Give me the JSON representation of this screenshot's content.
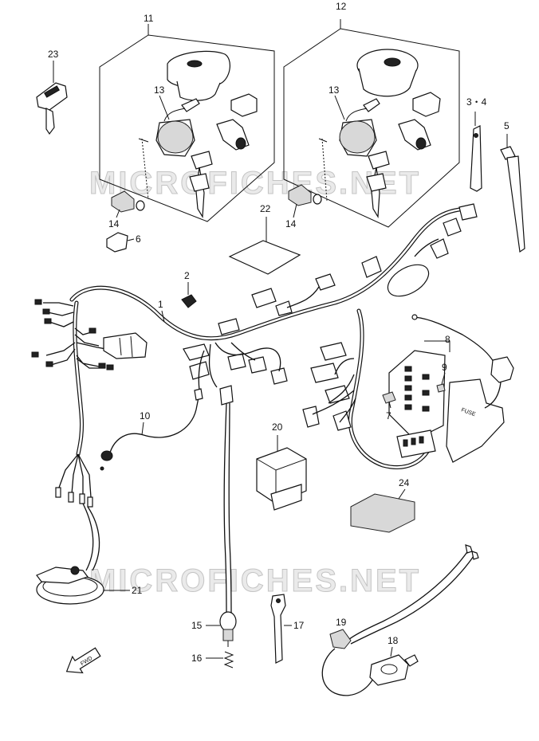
{
  "watermark": {
    "top": "MICROFICHES.NET",
    "bottom": "MICROFICHES.NET"
  },
  "callouts": [
    {
      "key": "c11",
      "text": "11"
    },
    {
      "key": "c12",
      "text": "12"
    },
    {
      "key": "c23",
      "text": "23"
    },
    {
      "key": "c13a",
      "text": "13"
    },
    {
      "key": "c13b",
      "text": "13"
    },
    {
      "key": "c34",
      "text": "3・4"
    },
    {
      "key": "c5",
      "text": "5"
    },
    {
      "key": "c14a",
      "text": "14"
    },
    {
      "key": "c14b",
      "text": "14"
    },
    {
      "key": "c6",
      "text": "6"
    },
    {
      "key": "c22",
      "text": "22"
    },
    {
      "key": "c2",
      "text": "2"
    },
    {
      "key": "c1",
      "text": "1"
    },
    {
      "key": "c8",
      "text": "8"
    },
    {
      "key": "c9",
      "text": "9"
    },
    {
      "key": "c10",
      "text": "10"
    },
    {
      "key": "c7",
      "text": "7"
    },
    {
      "key": "c20",
      "text": "20"
    },
    {
      "key": "c24",
      "text": "24"
    },
    {
      "key": "c21",
      "text": "21"
    },
    {
      "key": "c15",
      "text": "15"
    },
    {
      "key": "c17",
      "text": "17"
    },
    {
      "key": "c16",
      "text": "16"
    },
    {
      "key": "c19",
      "text": "19"
    },
    {
      "key": "c18",
      "text": "18"
    }
  ],
  "fuse_box_label": "FUSE",
  "fwd_label": "FWD"
}
